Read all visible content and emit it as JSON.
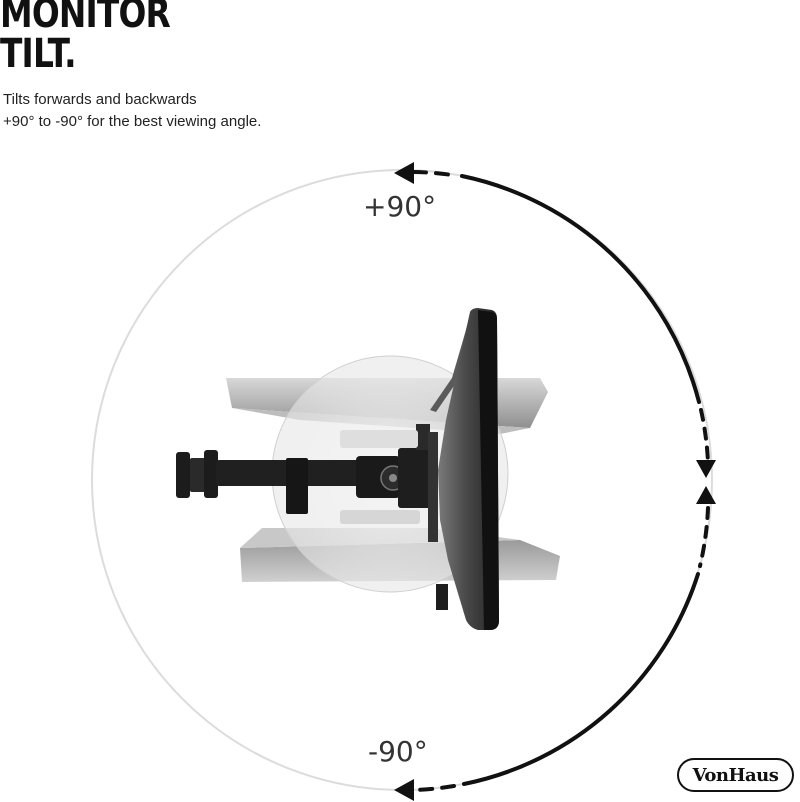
{
  "headline": {
    "line1": "MONITOR",
    "line2": "TILT."
  },
  "subtitle": {
    "line1": "Tilts forwards and backwards",
    "line2": "+90° to -90° for the best viewing angle."
  },
  "angles": {
    "top": "+90°",
    "bottom": "-90°"
  },
  "brand": {
    "logo_text": "VonHaus"
  },
  "colors": {
    "arrow": "#111111",
    "circle": "#d9d9d9",
    "screen_grey": "#a9a9a9",
    "arm_black": "#1c1c1c"
  }
}
